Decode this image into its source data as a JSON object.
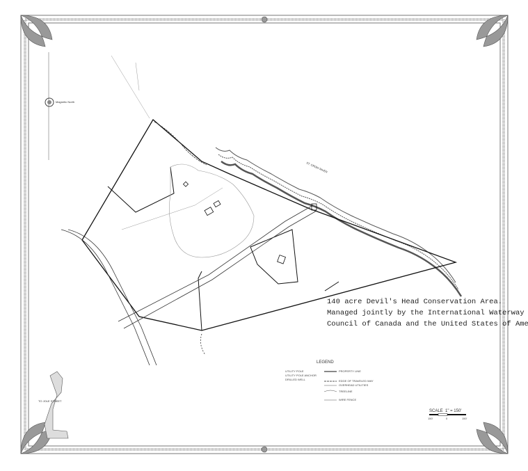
{
  "note": {
    "line1": "140 acre Devil's Head Conservation Area.",
    "line2": "Managed jointly by the International Waterway",
    "line3": "Council of Canada and the United States of America."
  },
  "river_label": "ST. CROIX RIVER",
  "compass_label": "Magnetic North",
  "legend": {
    "title": "LEGEND",
    "symbols": [
      "UTILITY POLE",
      "UTILITY POLE ANCHOR",
      "DRILLED WELL"
    ],
    "lines": [
      "PROPERTY LINE",
      "EDGE OF TRAVELED WAY",
      "OVERHEAD UTILITIES",
      "TREELINE",
      "WIRE FENCE"
    ]
  },
  "scale": {
    "label": "SCALE",
    "ratio": "1\" = 150'",
    "ticks": [
      "150'",
      "0",
      "150'"
    ]
  },
  "location_note": "TO JOLE STREET"
}
